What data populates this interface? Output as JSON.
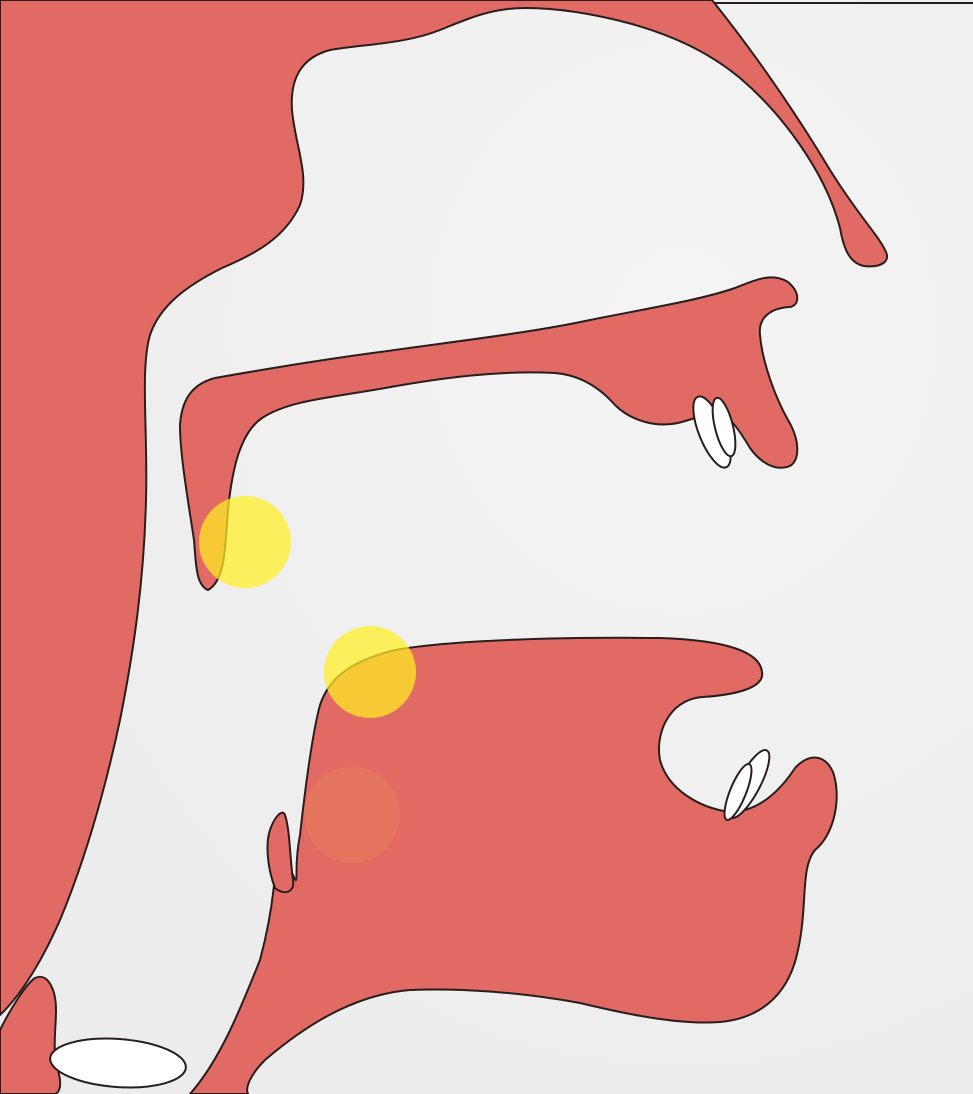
{
  "diagram": {
    "colors": {
      "background": "#ececec",
      "background_light": "#f4f4f4",
      "tissue": "#e26a65",
      "outline": "#2a1d1d",
      "teeth": "#ffffff",
      "highlight": "#ffee22",
      "highlight_inner": "#fff59a",
      "faint_spot": "#ee8a5a"
    },
    "highlights": {
      "count": 2,
      "opacity": 0.72
    },
    "faint_spot": {
      "opacity": 0.35
    }
  }
}
